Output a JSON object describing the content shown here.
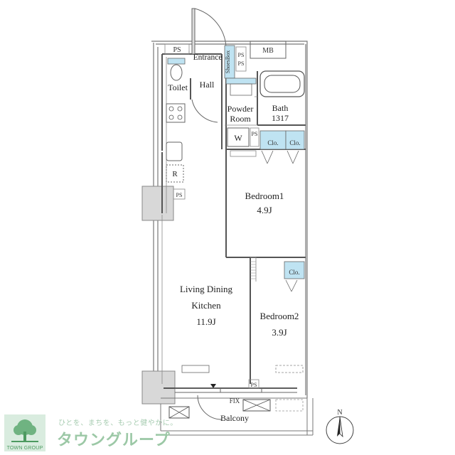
{
  "rooms": {
    "ps_top": "PS",
    "mb": "MB",
    "entrance": "Entrance",
    "shoes_box": "ShoesBox",
    "ps_entrance": "PS",
    "toilet": "Toilet",
    "hall": "Hall",
    "powder_room_line1": "Powder",
    "powder_room_line2": "Room",
    "bath": "Bath",
    "bath_size": "1317",
    "washer": "W",
    "ps_wash": "PS",
    "closet_1": "Clo.",
    "closet_2": "Clo.",
    "fridge": "R",
    "ps_kitchen": "PS",
    "bedroom1": "Bedroom1",
    "bedroom1_area": "4.9J",
    "closet_bed2": "Clo.",
    "ldk_line1": "Living Dining",
    "ldk_line2": "Kitchen",
    "ldk_area": "11.9J",
    "bedroom2": "Bedroom2",
    "bedroom2_area": "3.9J",
    "ps_balcony": "PS",
    "fix": "FIX",
    "balcony": "Balcony"
  },
  "compass": {
    "north": "N"
  },
  "brand": {
    "logo_text": "TOWN GROUP",
    "tagline": "ひとを、まちを、もっと健やかに。",
    "name": "タウングループ"
  }
}
